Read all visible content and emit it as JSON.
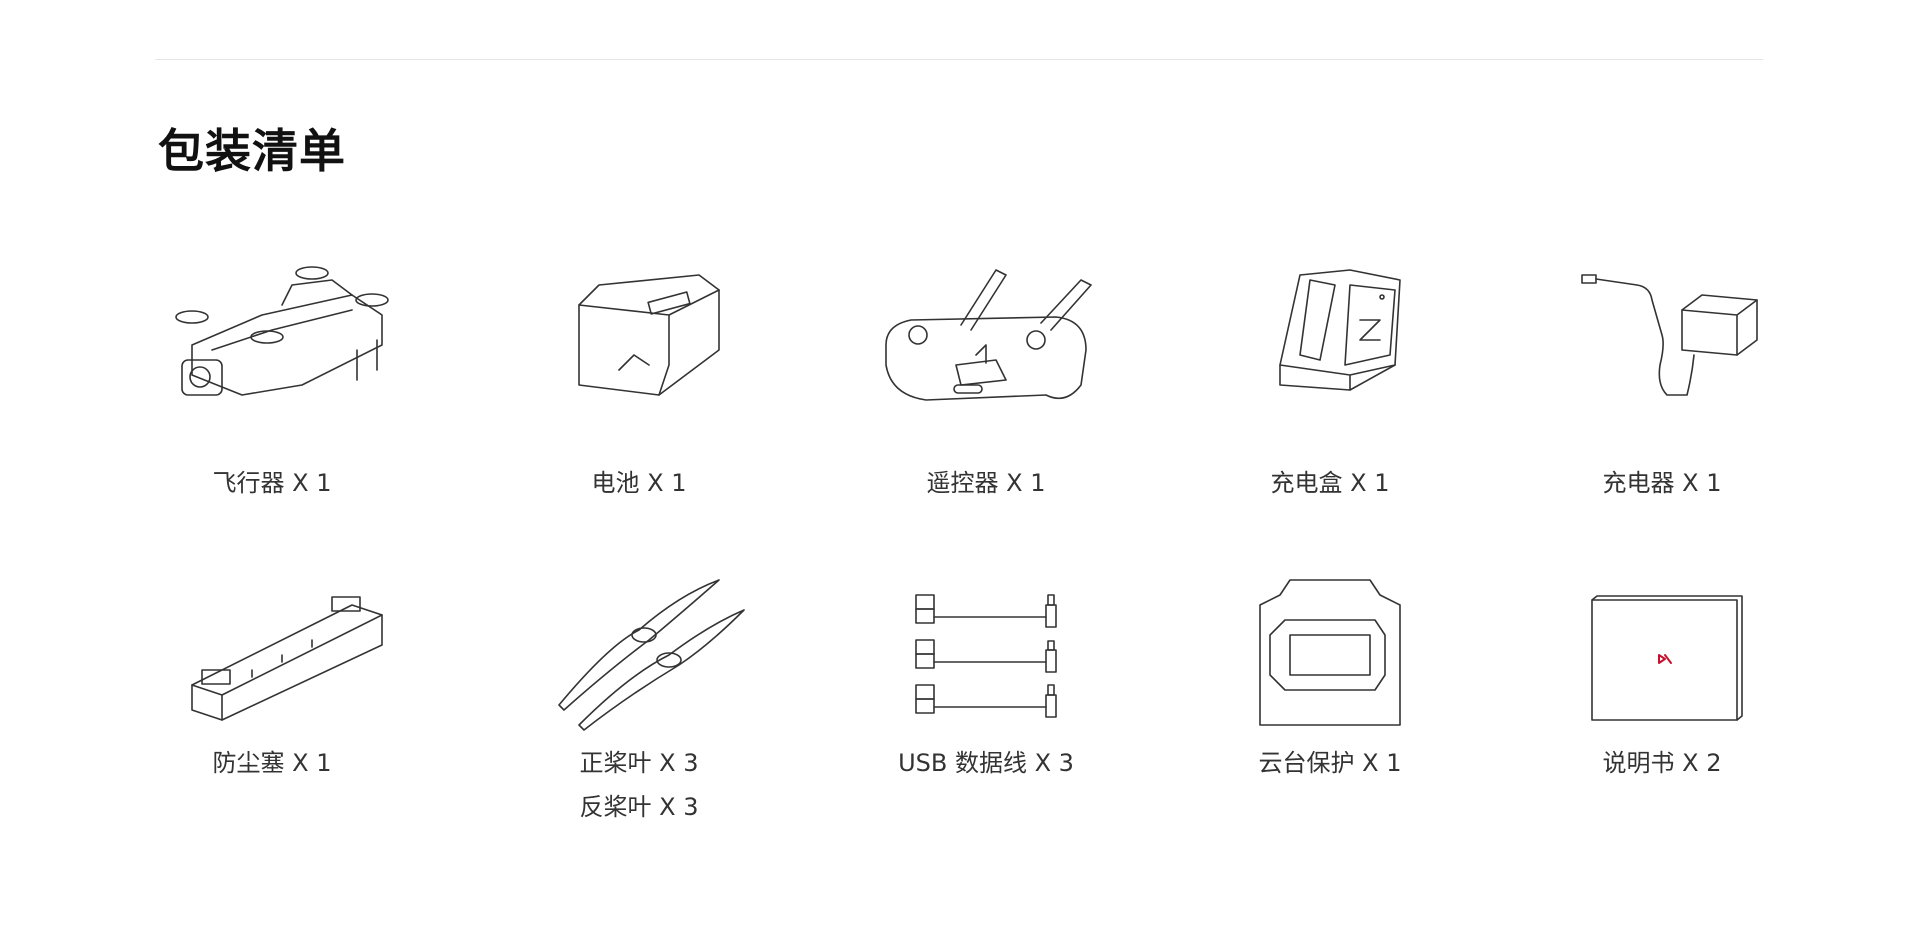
{
  "title": "包装清单",
  "items": [
    {
      "label": "飞行器 X 1",
      "icon": "drone-icon"
    },
    {
      "label": "电池 X 1",
      "icon": "battery-icon"
    },
    {
      "label": "遥控器 X 1",
      "icon": "remote-controller-icon"
    },
    {
      "label": "充电盒 X 1",
      "icon": "charging-hub-icon"
    },
    {
      "label": "充电器 X 1",
      "icon": "charger-icon"
    },
    {
      "label": "防尘塞 X 1",
      "icon": "dust-plug-icon"
    },
    {
      "label": "正桨叶 X 3",
      "label2": "反桨叶 X 3",
      "icon": "propeller-icon"
    },
    {
      "label": "USB 数据线 X 3",
      "icon": "usb-cable-icon"
    },
    {
      "label": "云台保护 X 1",
      "icon": "gimbal-protector-icon"
    },
    {
      "label": "说明书 X 2",
      "icon": "manual-icon"
    }
  ],
  "colors": {
    "accent": "#c8102e",
    "rule": "#e6e6e6"
  }
}
